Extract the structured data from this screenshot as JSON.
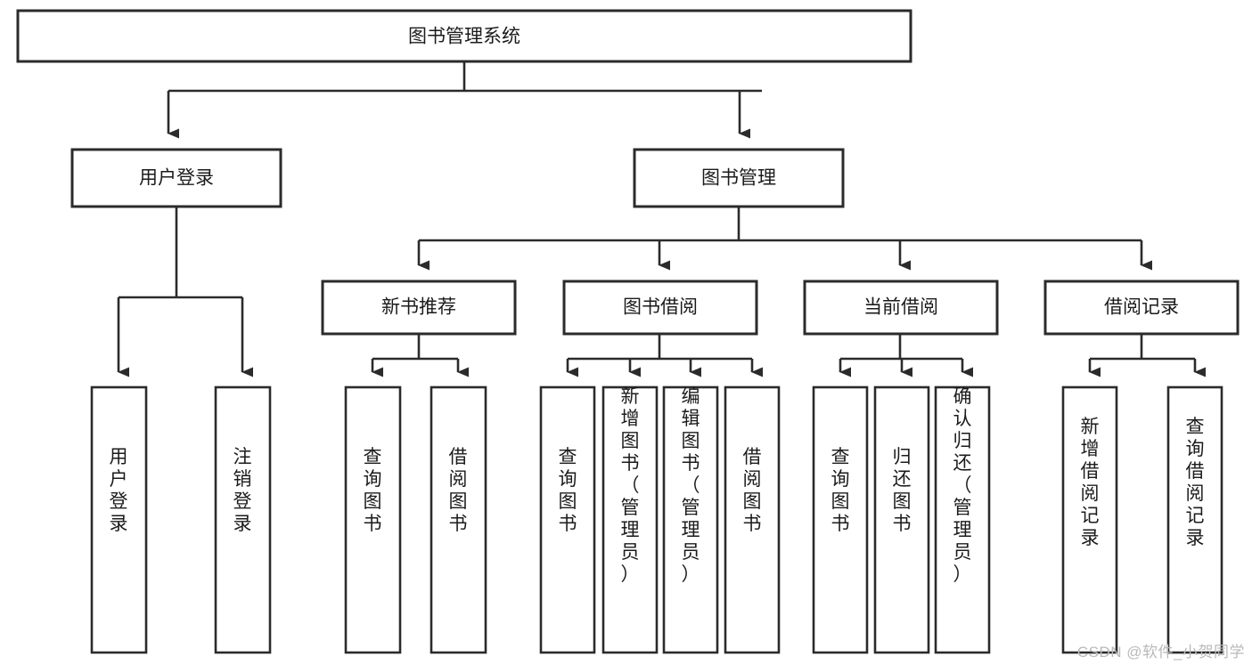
{
  "diagram": {
    "type": "tree-hierarchy",
    "title": "图书管理系统",
    "orientation": "top-down",
    "colors": {
      "box_stroke": "#2b2b2b",
      "box_fill": "#ffffff",
      "line": "#2b2b2b",
      "text": "#1b1b1b",
      "watermark": "#b9b9b9",
      "background": "#ffffff"
    },
    "root": {
      "id": "root",
      "label": "图书管理系统",
      "text_orientation": "horizontal"
    },
    "level2": [
      {
        "id": "user-login",
        "label": "用户登录",
        "text_orientation": "horizontal"
      },
      {
        "id": "book-management",
        "label": "图书管理",
        "text_orientation": "horizontal"
      }
    ],
    "level3": [
      {
        "id": "new-book-recommend",
        "label": "新书推荐",
        "parent": "book-management",
        "text_orientation": "horizontal"
      },
      {
        "id": "book-borrow",
        "label": "图书借阅",
        "parent": "book-management",
        "text_orientation": "horizontal"
      },
      {
        "id": "current-borrow",
        "label": "当前借阅",
        "parent": "book-management",
        "text_orientation": "horizontal"
      },
      {
        "id": "borrow-record",
        "label": "借阅记录",
        "parent": "book-management",
        "text_orientation": "horizontal"
      }
    ],
    "leaves": [
      {
        "id": "leaf-user-login",
        "label": "用户登录",
        "parent": "user-login",
        "text_orientation": "vertical"
      },
      {
        "id": "leaf-logout-login",
        "label": "注销登录",
        "parent": "user-login",
        "text_orientation": "vertical"
      },
      {
        "id": "leaf-query-book-1",
        "label": "查询图书",
        "parent": "new-book-recommend",
        "text_orientation": "vertical"
      },
      {
        "id": "leaf-borrow-book-1",
        "label": "借阅图书",
        "parent": "new-book-recommend",
        "text_orientation": "vertical"
      },
      {
        "id": "leaf-query-book-2",
        "label": "查询图书",
        "parent": "book-borrow",
        "text_orientation": "vertical"
      },
      {
        "id": "leaf-add-book-admin",
        "label": "新增图书（管理员）",
        "parent": "book-borrow",
        "text_orientation": "vertical"
      },
      {
        "id": "leaf-edit-book-admin",
        "label": "编辑图书（管理员）",
        "parent": "book-borrow",
        "text_orientation": "vertical"
      },
      {
        "id": "leaf-borrow-book-2",
        "label": "借阅图书",
        "parent": "book-borrow",
        "text_orientation": "vertical"
      },
      {
        "id": "leaf-query-book-3",
        "label": "查询图书",
        "parent": "current-borrow",
        "text_orientation": "vertical"
      },
      {
        "id": "leaf-return-book",
        "label": "归还图书",
        "parent": "current-borrow",
        "text_orientation": "vertical"
      },
      {
        "id": "leaf-confirm-return-admin",
        "label": "确认归还（管理员）",
        "parent": "current-borrow",
        "text_orientation": "vertical"
      },
      {
        "id": "leaf-add-borrow-record",
        "label": "新增借阅记录",
        "parent": "borrow-record",
        "text_orientation": "vertical"
      },
      {
        "id": "leaf-query-borrow-record",
        "label": "查询借阅记录",
        "parent": "borrow-record",
        "text_orientation": "vertical"
      }
    ],
    "watermark": "CSDN @软件_小贺同学"
  }
}
